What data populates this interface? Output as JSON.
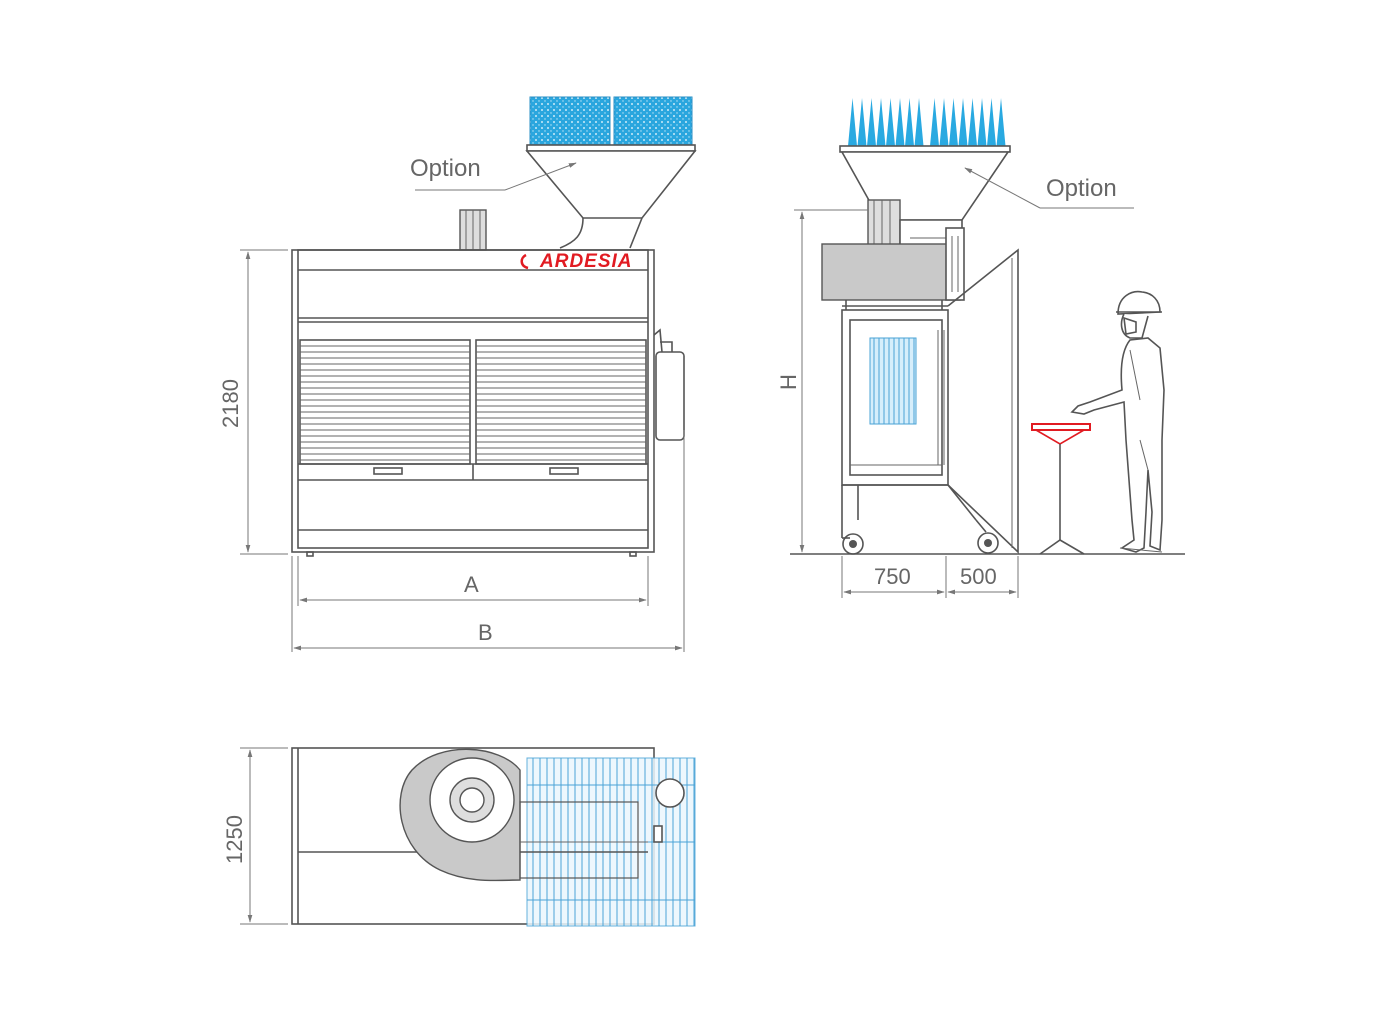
{
  "brand": {
    "name": "ARDESIA",
    "color": "#e11b22"
  },
  "labels": {
    "option_front": "Option",
    "option_side": "Option"
  },
  "dimensions": {
    "front_height": "2180",
    "front_inner_width": "A",
    "front_outer_width": "B",
    "side_height": "H",
    "side_depth": "750",
    "side_door": "500",
    "top_depth": "1250"
  },
  "colors": {
    "line": "#555555",
    "filter_blue": "#29a9e1",
    "fan_grey": "#c9c9c9",
    "table_red": "#e11b22"
  }
}
